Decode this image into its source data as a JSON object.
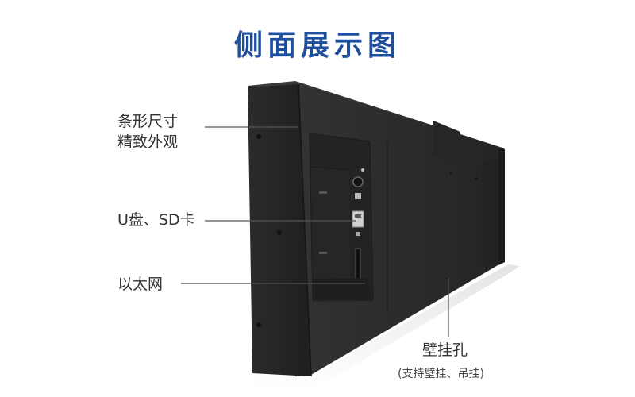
{
  "title": "侧面展示图",
  "callouts": {
    "size": {
      "line1": "条形尺寸",
      "line2": "精致外观"
    },
    "usb": "U盘、SD卡",
    "ethernet": "以太网",
    "wall_hole": {
      "title": "壁挂孔",
      "note": "(支持壁挂、吊挂)"
    }
  },
  "colors": {
    "title": "#1f4f9c",
    "label_text": "#333333",
    "device_body": "#2a2a2a",
    "leader_line": "#444444"
  }
}
